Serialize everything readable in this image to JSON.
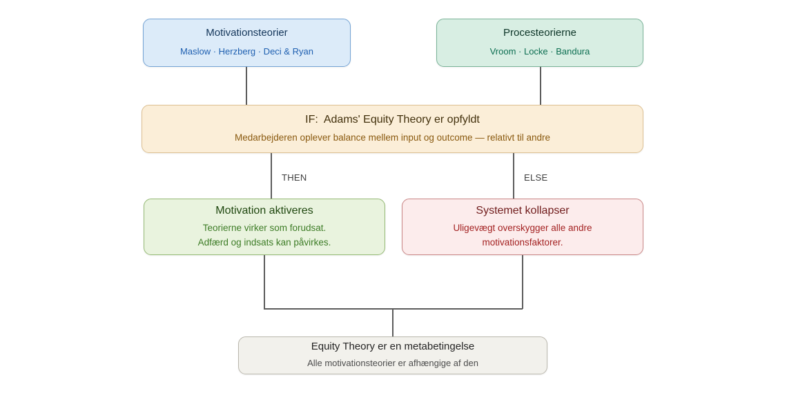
{
  "diagram": {
    "background": "#ffffff",
    "connector_color": "#5c5c5c",
    "nodes": {
      "motivation": {
        "title": "Motivationsteorier",
        "subtitle": "Maslow · Herzberg · Deci & Ryan",
        "fill": "#dcebf9",
        "border": "#74a3d4",
        "title_color": "#14365a",
        "subtitle_color": "#1e5fb0"
      },
      "process": {
        "title": "Procesteorierne",
        "subtitle": "Vroom · Locke · Bandura",
        "fill": "#d8eee3",
        "border": "#79b297",
        "title_color": "#0d3528",
        "subtitle_color": "#0c6e51"
      },
      "condition": {
        "title": "IF:  Adams' Equity Theory er opfyldt",
        "subtitle": "Medarbejderen oplever balance mellem input og outcome — relativt til andre",
        "fill": "#fbeed8",
        "border": "#dcbf90",
        "title_color": "#42300c",
        "subtitle_color": "#8a5a10"
      },
      "then_outcome": {
        "title": "Motivation aktiveres",
        "line1": "Teorierne virker som forudsat.",
        "line2": "Adfærd og indsats kan påvirkes.",
        "fill": "#e9f3de",
        "border": "#94b974",
        "title_color": "#1f470f",
        "subtitle_color": "#3d7c26"
      },
      "else_outcome": {
        "title": "Systemet kollapser",
        "line1": "Uligevægt overskygger alle andre",
        "line2": "motivationsfaktorer.",
        "fill": "#fcecec",
        "border": "#c98585",
        "title_color": "#701c1c",
        "subtitle_color": "#a32121"
      },
      "meta": {
        "title": "Equity Theory er en metabetingelse",
        "subtitle": "Alle motivationsteorier er afhængige af den",
        "fill": "#f2f1ec",
        "border": "#bab7ad",
        "title_color": "#242424",
        "subtitle_color": "#4c4c4c"
      }
    },
    "branch_labels": {
      "then": "THEN",
      "else": "ELSE"
    }
  }
}
